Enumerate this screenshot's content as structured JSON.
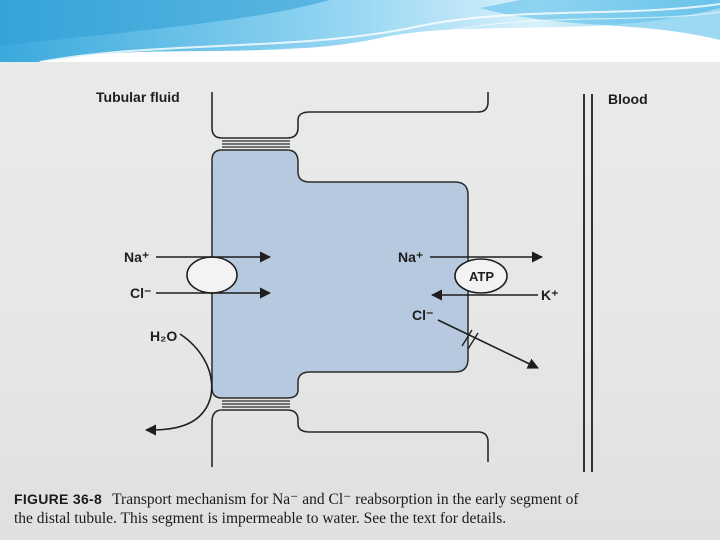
{
  "diagram": {
    "tubular_fluid_label": "Tubular fluid",
    "blood_label": "Blood",
    "na_apical": "Na⁺",
    "cl_apical": "Cl⁻",
    "h2o": "H₂O",
    "na_basolateral": "Na⁺",
    "atp": "ATP",
    "k_basolateral": "K⁺",
    "cl_basolateral": "Cl⁻"
  },
  "caption": {
    "figure_label": "FIGURE 36-8",
    "line1": "Transport mechanism for Na⁻ and Cl⁻ reabsorption in the early segment of",
    "line2": "the distal tubule. This segment is impermeable to water. See the text for details."
  },
  "colors": {
    "cell_fill": "#b7c9de",
    "page_background": "#e6e8e7",
    "banner_blue": "#45b6e6"
  }
}
